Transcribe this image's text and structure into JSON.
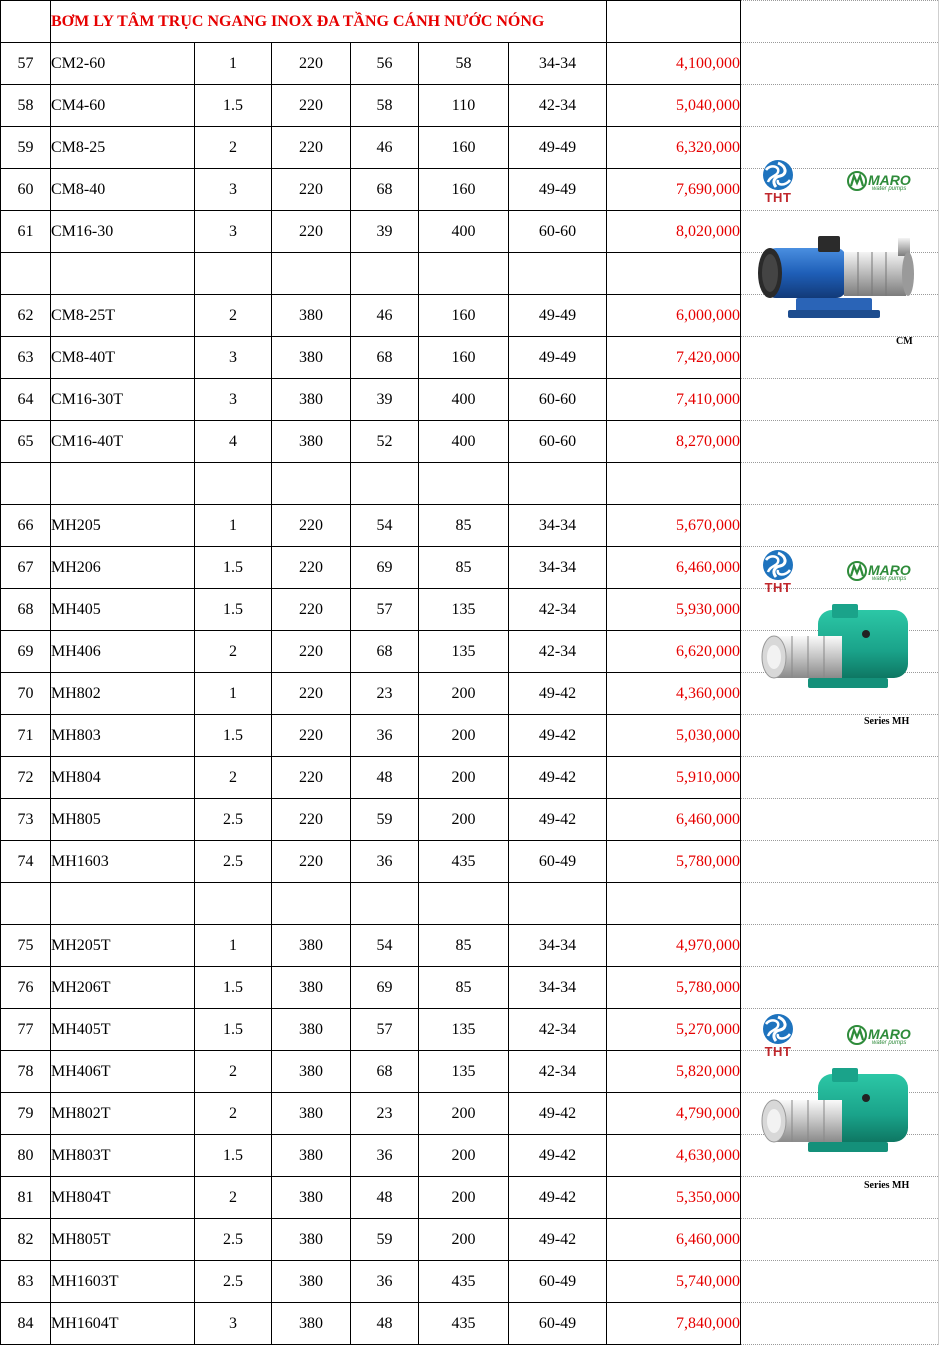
{
  "header": {
    "title": "BƠM LY TÂM TRỤC NGANG INOX ĐA TẦNG CÁNH NƯỚC NÓNG"
  },
  "colors": {
    "price_red": "#e60000",
    "title_red": "#e60000",
    "tht_red": "#c0282d",
    "maro_green": "#2e8b3a",
    "pump_blue": "#1f5fb8",
    "pump_teal": "#1aa38a"
  },
  "rows": [
    {
      "type": "data",
      "no": "57",
      "model": "CM2-60",
      "hp": "1",
      "volt": "220",
      "head": "56",
      "flow": "58",
      "pipe": "34-34",
      "price": "4,100,000"
    },
    {
      "type": "data",
      "no": "58",
      "model": "CM4-60",
      "hp": "1.5",
      "volt": "220",
      "head": "58",
      "flow": "110",
      "pipe": "42-34",
      "price": "5,040,000"
    },
    {
      "type": "data",
      "no": "59",
      "model": "CM8-25",
      "hp": "2",
      "volt": "220",
      "head": "46",
      "flow": "160",
      "pipe": "49-49",
      "price": "6,320,000"
    },
    {
      "type": "data",
      "no": "60",
      "model": "CM8-40",
      "hp": "3",
      "volt": "220",
      "head": "68",
      "flow": "160",
      "pipe": "49-49",
      "price": "7,690,000"
    },
    {
      "type": "data",
      "no": "61",
      "model": "CM16-30",
      "hp": "3",
      "volt": "220",
      "head": "39",
      "flow": "400",
      "pipe": "60-60",
      "price": "8,020,000"
    },
    {
      "type": "gap"
    },
    {
      "type": "data",
      "no": "62",
      "model": "CM8-25T",
      "hp": "2",
      "volt": "380",
      "head": "46",
      "flow": "160",
      "pipe": "49-49",
      "price": "6,000,000"
    },
    {
      "type": "data",
      "no": "63",
      "model": "CM8-40T",
      "hp": "3",
      "volt": "380",
      "head": "68",
      "flow": "160",
      "pipe": "49-49",
      "price": "7,420,000"
    },
    {
      "type": "data",
      "no": "64",
      "model": "CM16-30T",
      "hp": "3",
      "volt": "380",
      "head": "39",
      "flow": "400",
      "pipe": "60-60",
      "price": "7,410,000"
    },
    {
      "type": "data",
      "no": "65",
      "model": "CM16-40T",
      "hp": "4",
      "volt": "380",
      "head": "52",
      "flow": "400",
      "pipe": "60-60",
      "price": "8,270,000"
    },
    {
      "type": "gap"
    },
    {
      "type": "data",
      "no": "66",
      "model": "MH205",
      "hp": "1",
      "volt": "220",
      "head": "54",
      "flow": "85",
      "pipe": "34-34",
      "price": "5,670,000"
    },
    {
      "type": "data",
      "no": "67",
      "model": "MH206",
      "hp": "1.5",
      "volt": "220",
      "head": "69",
      "flow": "85",
      "pipe": "34-34",
      "price": "6,460,000"
    },
    {
      "type": "data",
      "no": "68",
      "model": "MH405",
      "hp": "1.5",
      "volt": "220",
      "head": "57",
      "flow": "135",
      "pipe": "42-34",
      "price": "5,930,000"
    },
    {
      "type": "data",
      "no": "69",
      "model": "MH406",
      "hp": "2",
      "volt": "220",
      "head": "68",
      "flow": "135",
      "pipe": "42-34",
      "price": "6,620,000"
    },
    {
      "type": "data",
      "no": "70",
      "model": "MH802",
      "hp": "1",
      "volt": "220",
      "head": "23",
      "flow": "200",
      "pipe": "49-42",
      "price": "4,360,000"
    },
    {
      "type": "data",
      "no": "71",
      "model": "MH803",
      "hp": "1.5",
      "volt": "220",
      "head": "36",
      "flow": "200",
      "pipe": "49-42",
      "price": "5,030,000"
    },
    {
      "type": "data",
      "no": "72",
      "model": "MH804",
      "hp": "2",
      "volt": "220",
      "head": "48",
      "flow": "200",
      "pipe": "49-42",
      "price": "5,910,000"
    },
    {
      "type": "data",
      "no": "73",
      "model": "MH805",
      "hp": "2.5",
      "volt": "220",
      "head": "59",
      "flow": "200",
      "pipe": "49-42",
      "price": "6,460,000"
    },
    {
      "type": "data",
      "no": "74",
      "model": "MH1603",
      "hp": "2.5",
      "volt": "220",
      "head": "36",
      "flow": "435",
      "pipe": "60-49",
      "price": "5,780,000"
    },
    {
      "type": "gap"
    },
    {
      "type": "data",
      "no": "75",
      "model": "MH205T",
      "hp": "1",
      "volt": "380",
      "head": "54",
      "flow": "85",
      "pipe": "34-34",
      "price": "4,970,000"
    },
    {
      "type": "data",
      "no": "76",
      "model": "MH206T",
      "hp": "1.5",
      "volt": "380",
      "head": "69",
      "flow": "85",
      "pipe": "34-34",
      "price": "5,780,000"
    },
    {
      "type": "data",
      "no": "77",
      "model": "MH405T",
      "hp": "1.5",
      "volt": "380",
      "head": "57",
      "flow": "135",
      "pipe": "42-34",
      "price": "5,270,000"
    },
    {
      "type": "data",
      "no": "78",
      "model": "MH406T",
      "hp": "2",
      "volt": "380",
      "head": "68",
      "flow": "135",
      "pipe": "42-34",
      "price": "5,820,000"
    },
    {
      "type": "data",
      "no": "79",
      "model": "MH802T",
      "hp": "2",
      "volt": "380",
      "head": "23",
      "flow": "200",
      "pipe": "49-42",
      "price": "4,790,000"
    },
    {
      "type": "data",
      "no": "80",
      "model": "MH803T",
      "hp": "1.5",
      "volt": "380",
      "head": "36",
      "flow": "200",
      "pipe": "49-42",
      "price": "4,630,000"
    },
    {
      "type": "data",
      "no": "81",
      "model": "MH804T",
      "hp": "2",
      "volt": "380",
      "head": "48",
      "flow": "200",
      "pipe": "49-42",
      "price": "5,350,000"
    },
    {
      "type": "data",
      "no": "82",
      "model": "MH805T",
      "hp": "2.5",
      "volt": "380",
      "head": "59",
      "flow": "200",
      "pipe": "49-42",
      "price": "6,460,000"
    },
    {
      "type": "data",
      "no": "83",
      "model": "MH1603T",
      "hp": "2.5",
      "volt": "380",
      "head": "36",
      "flow": "435",
      "pipe": "60-49",
      "price": "5,740,000"
    },
    {
      "type": "data",
      "no": "84",
      "model": "MH1604T",
      "hp": "3",
      "volt": "380",
      "head": "48",
      "flow": "435",
      "pipe": "60-49",
      "price": "7,840,000"
    }
  ],
  "images": [
    {
      "brand_left": "THT",
      "brand_right": "MARO",
      "brand_right_sub": "water pumps",
      "caption": "CM",
      "pump_icon": "cm-pump-image"
    },
    {
      "brand_left": "THT",
      "brand_right": "MARO",
      "brand_right_sub": "water pumps",
      "caption": "Series MH",
      "pump_icon": "mh-pump-image"
    },
    {
      "brand_left": "THT",
      "brand_right": "MARO",
      "brand_right_sub": "water pumps",
      "caption": "Series MH",
      "pump_icon": "mh-pump-image"
    }
  ]
}
